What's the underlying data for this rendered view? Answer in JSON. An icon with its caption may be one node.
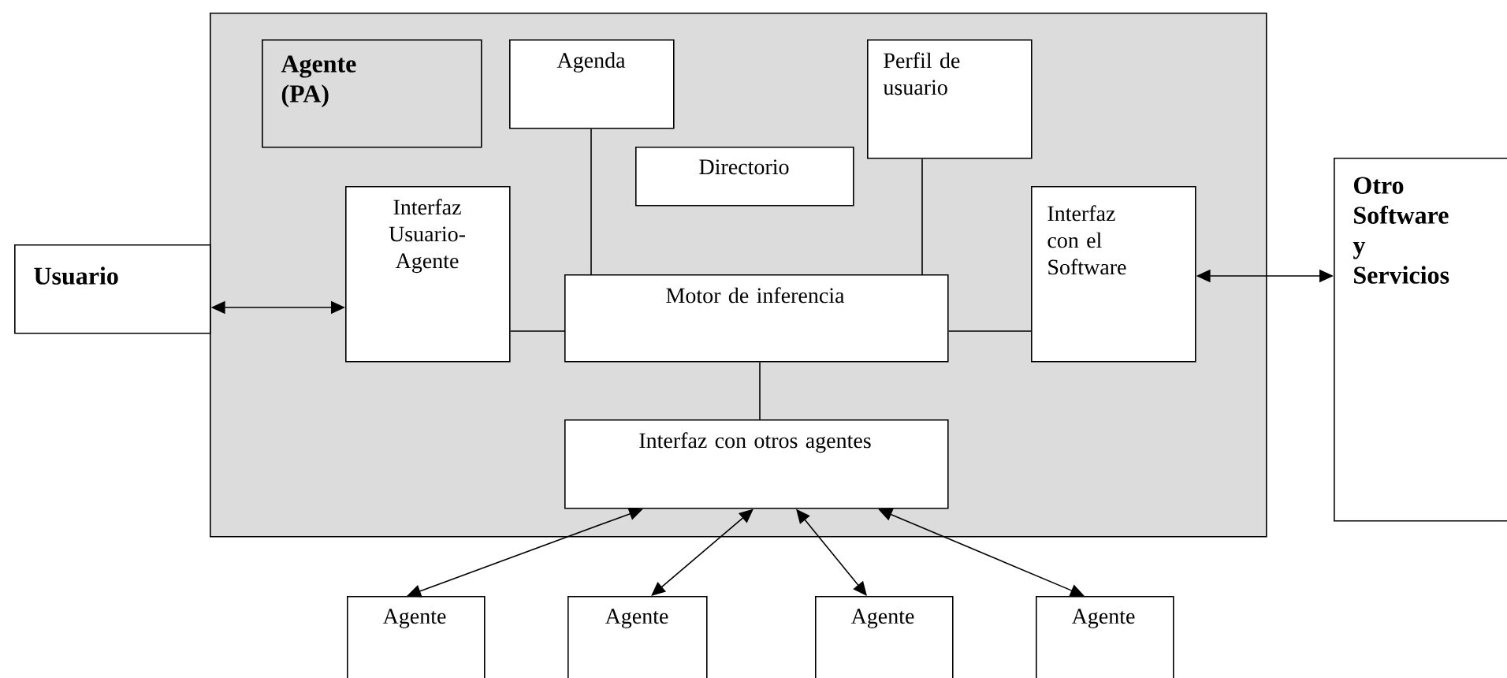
{
  "diagram": {
    "nodes": [
      {
        "text": [],
        "shape": "box"
      },
      {
        "text": [
          "Agente (PA)"
        ],
        "in": 0
      },
      {
        "text": [
          "Agenda"
        ],
        "in": 0
      },
      {
        "text": [
          "Perfil de usuario"
        ],
        "in": 0
      },
      {
        "text": [
          "Directorio"
        ],
        "in": 0
      },
      {
        "text": [
          "Interfaz Usuario-Agente"
        ],
        "in": 0
      },
      {
        "text": [
          "Motor de inferencia"
        ],
        "in": 0
      },
      {
        "text": [
          "Interfaz con el Software"
        ],
        "in": 0
      },
      {
        "text": [
          "Interfaz con otros agentes"
        ],
        "in": 0
      },
      {
        "text": [
          "Usuario"
        ]
      },
      {
        "text": [
          "Otro Software y Servicios"
        ]
      },
      {
        "text": [
          "Agente"
        ]
      },
      {
        "text": [
          "Agente"
        ]
      },
      {
        "text": [
          "Agente"
        ]
      },
      {
        "text": [
          "Agente"
        ]
      }
    ],
    "edges": [
      {
        "from": 9,
        "to": 5,
        "arrow": "both"
      },
      {
        "from": 2,
        "to": 6,
        "arrow": "none"
      },
      {
        "from": 3,
        "to": 6,
        "arrow": "none"
      },
      {
        "from": 5,
        "to": 6,
        "arrow": "none"
      },
      {
        "from": 6,
        "to": 7,
        "arrow": "none"
      },
      {
        "from": 6,
        "to": 8,
        "arrow": "none"
      },
      {
        "from": 7,
        "to": 10,
        "arrow": "both"
      },
      {
        "from": 8,
        "to": 11,
        "arrow": "both"
      },
      {
        "from": 8,
        "to": 12,
        "arrow": "both"
      },
      {
        "from": 8,
        "to": 13,
        "arrow": "both"
      },
      {
        "from": 8,
        "to": 14,
        "arrow": "both"
      }
    ]
  }
}
